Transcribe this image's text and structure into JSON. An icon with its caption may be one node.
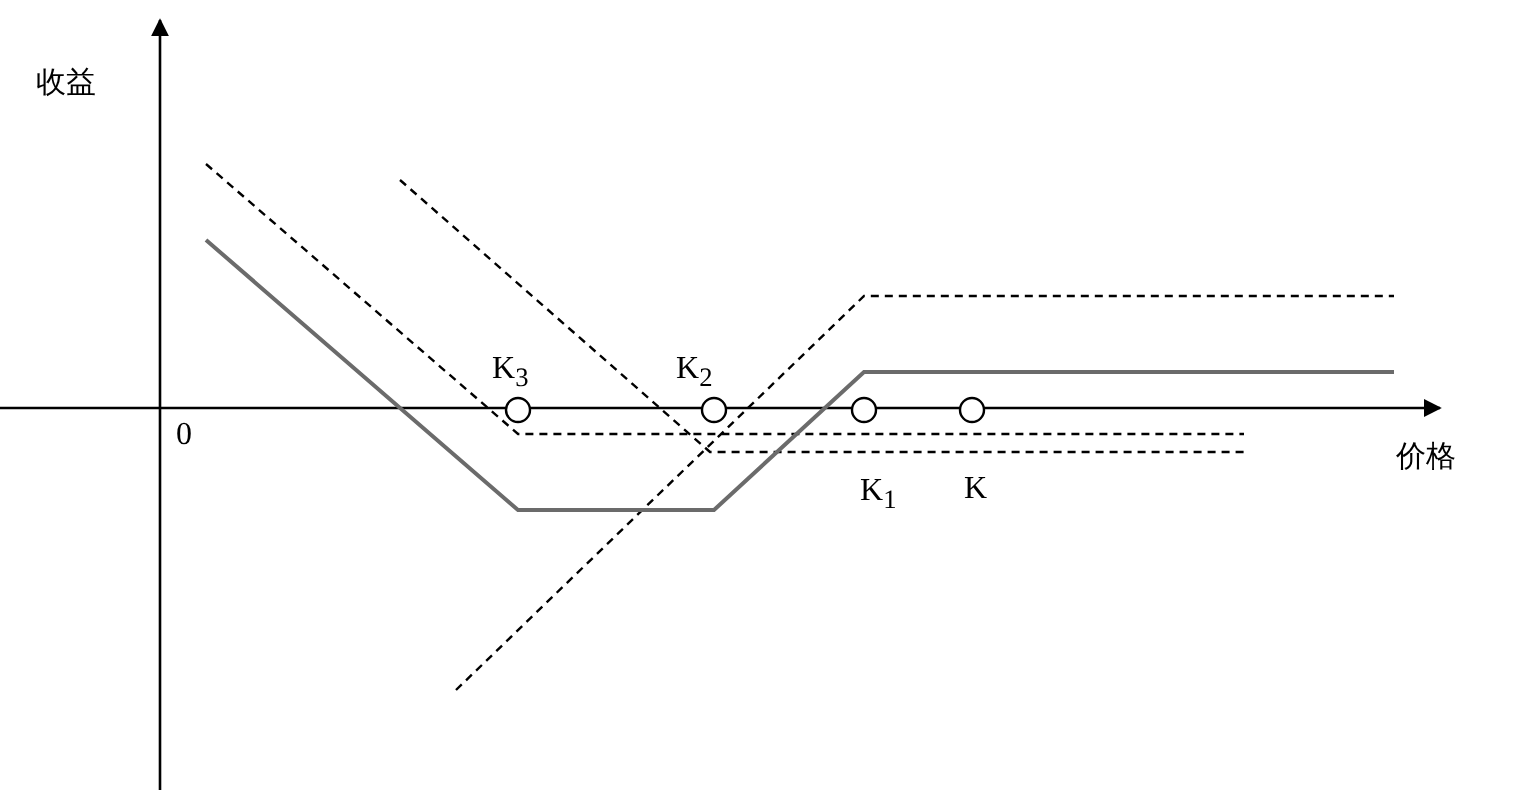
{
  "diagram": {
    "labels": [
      "收益",
      "0",
      "K$_{3}$",
      "K$_{2}$",
      "价格",
      "K$_{1}$",
      "K"
    ]
  }
}
